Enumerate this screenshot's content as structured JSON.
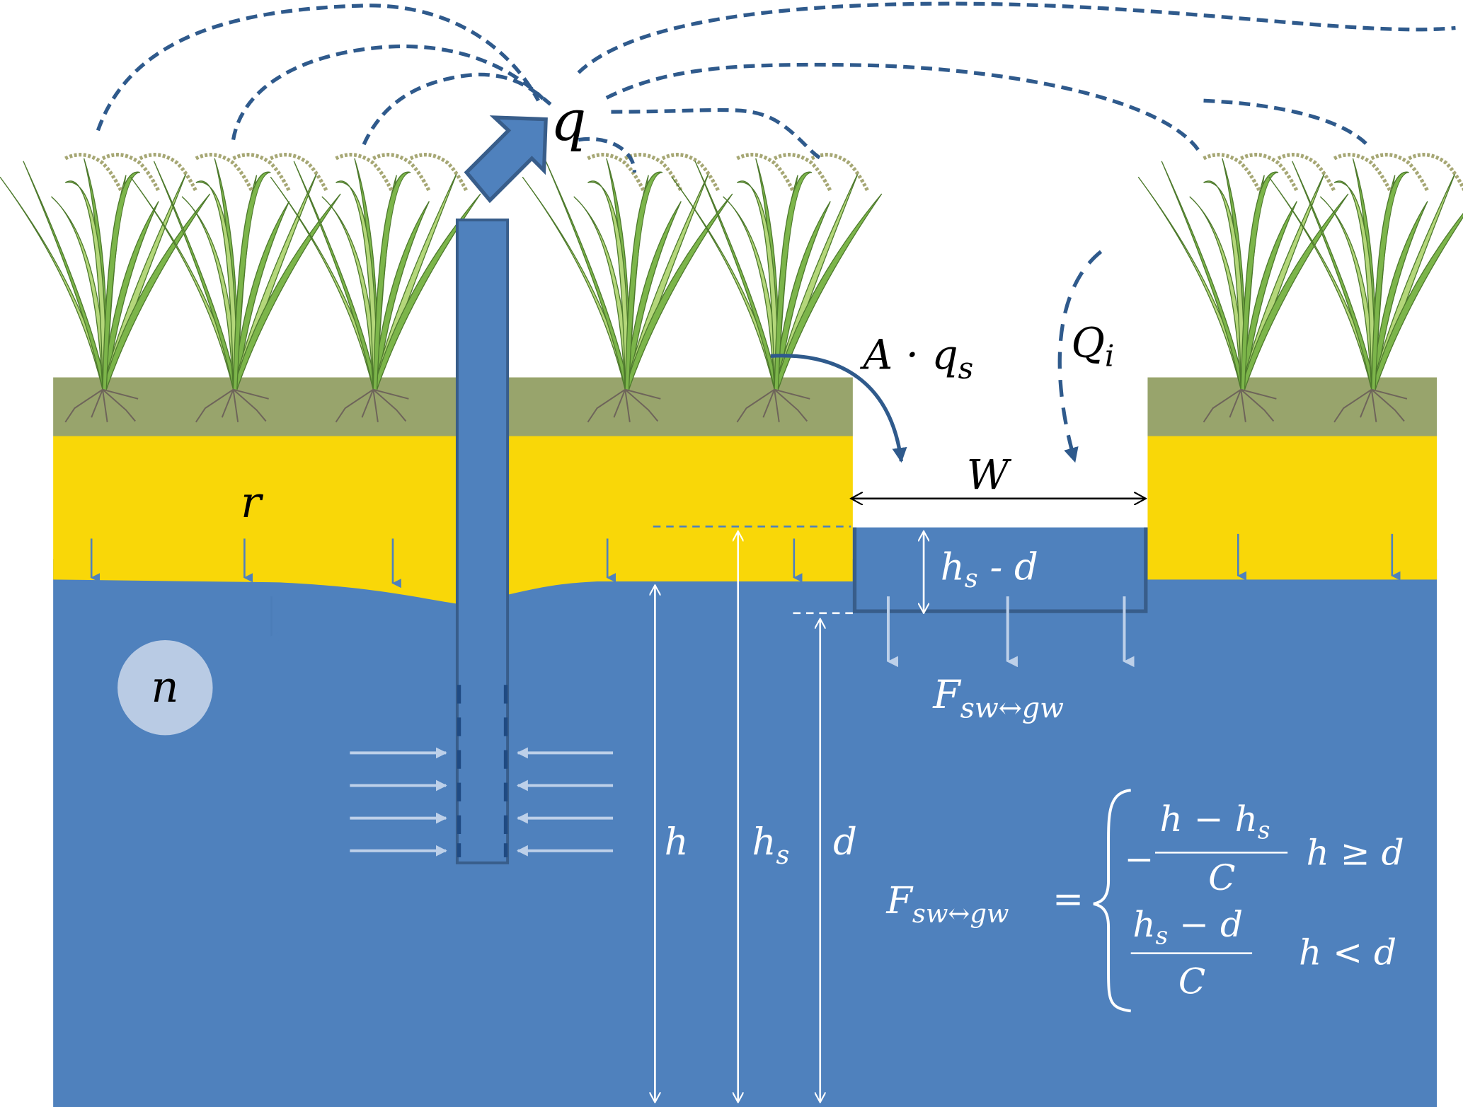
{
  "colors": {
    "water": "#4f81bd",
    "water_dark": "#385d8a",
    "flux_dash": "#2f5a8c",
    "topsoil": "#98a46c",
    "unsaturated": "#f9d708",
    "soft_arrow": "#bdd0e9",
    "node_circle": "#b9cbe4",
    "plant_leaf": "#7cb54a",
    "plant_leaf_light": "#b4d77a",
    "plant_stem": "#4e7a2d",
    "root": "#6e645a",
    "text_dark": "#000000",
    "text_light": "#ffffff"
  },
  "labels": {
    "evapotranspiration": "q",
    "recharge": "r",
    "porosity": "n",
    "surface_inflow": "A · q",
    "surface_inflow_sub": "s",
    "inflow": "Q",
    "inflow_sub": "i",
    "channel_width": "W",
    "stage_depth": "h",
    "stage_depth_sub": "s",
    "stage_depth_rest": " - d",
    "exchange_flux": "F",
    "exchange_flux_sub": "sw↔gw",
    "head": "h",
    "stage": "h",
    "stage_sub": "s",
    "bed_elevation": "d"
  },
  "equation": {
    "lhs": "F",
    "lhs_sub": "sw↔gw",
    "equals": "=",
    "case1_sign": "−",
    "case1_num": "h − h",
    "case1_num_sub": "s",
    "case1_den": "C",
    "case1_cond": "h ≥ d",
    "case2_num": "h",
    "case2_num_sub": "s",
    "case2_num_rest": " − d",
    "case2_den": "C",
    "case2_cond": "h < d"
  },
  "plants": {
    "left_field_count": 5,
    "right_field_count": 2
  }
}
